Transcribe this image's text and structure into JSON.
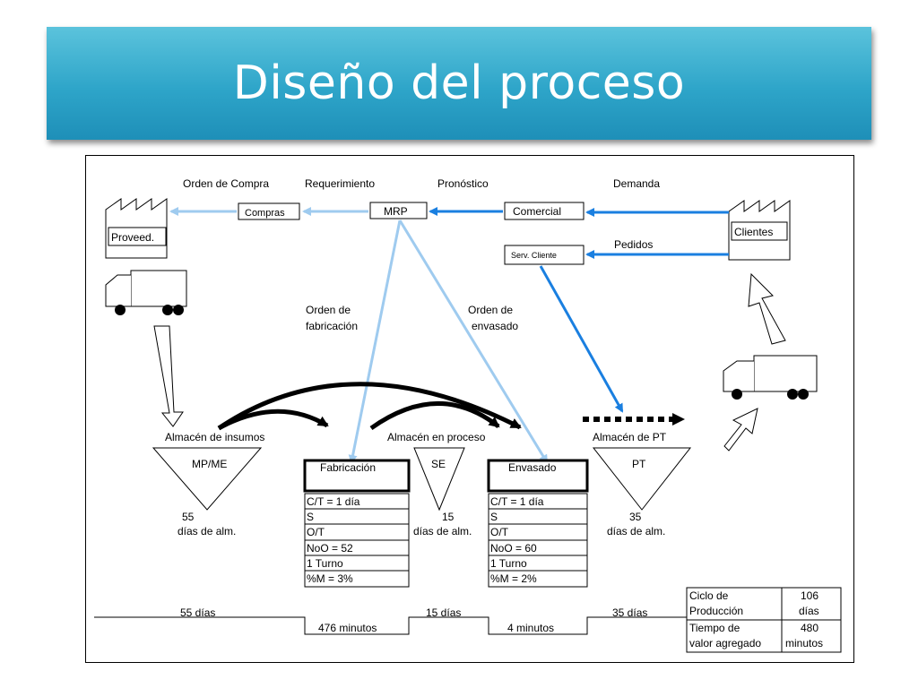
{
  "slide": {
    "title": "Diseño del proceso"
  },
  "flows": {
    "orden_compra": "Orden de Compra",
    "requerimiento": "Requerimiento",
    "pronostico": "Pronóstico",
    "demanda": "Demanda",
    "pedidos": "Pedidos",
    "orden_fabricacion_1": "Orden de",
    "orden_fabricacion_2": "fabricación",
    "orden_envasado_1": "Orden de",
    "orden_envasado_2": "envasado"
  },
  "boxes": {
    "compras": "Compras",
    "mrp": "MRP",
    "comercial": "Comercial",
    "serv_cliente": "Serv. Cliente",
    "proveed": "Proveed.",
    "clientes": "Clientes"
  },
  "inventories": {
    "insumos": {
      "label": "Almacén de insumos",
      "code": "MP/ME",
      "qty": "55",
      "unit": "días de alm."
    },
    "proceso": {
      "label": "Almacén en proceso",
      "code": "SE",
      "qty": "15",
      "unit": "días de alm."
    },
    "pt": {
      "label": "Almacén de PT",
      "code": "PT",
      "qty": "35",
      "unit": "días de alm."
    }
  },
  "processes": {
    "fabricacion": {
      "name": "Fabricación",
      "rows": [
        "C/T = 1 día",
        "S",
        "O/T",
        "NoO = 52",
        "1 Turno",
        "%M = 3%"
      ]
    },
    "envasado": {
      "name": "Envasado",
      "rows": [
        "C/T = 1 día",
        "S",
        "O/T",
        "NoO = 60",
        "1 Turno",
        "%M = 2%"
      ]
    }
  },
  "timeline": {
    "wait_1": "55 días",
    "wait_2": "15 días",
    "wait_3": "35 días",
    "proc_1": "476 minutos",
    "proc_2": "4 minutos"
  },
  "summary": {
    "ciclo_label_1": "Ciclo de",
    "ciclo_label_2": "Producción",
    "ciclo_value_1": "106",
    "ciclo_value_2": "días",
    "tiempo_label_1": "Tiempo de",
    "tiempo_label_2": "valor agregado",
    "tiempo_value_1": "480",
    "tiempo_value_2": "minutos"
  },
  "colors": {
    "banner": "#2ea5c9",
    "light_info_arrow": "#9fcbef",
    "dark_info_arrow": "#1a7fe0"
  }
}
